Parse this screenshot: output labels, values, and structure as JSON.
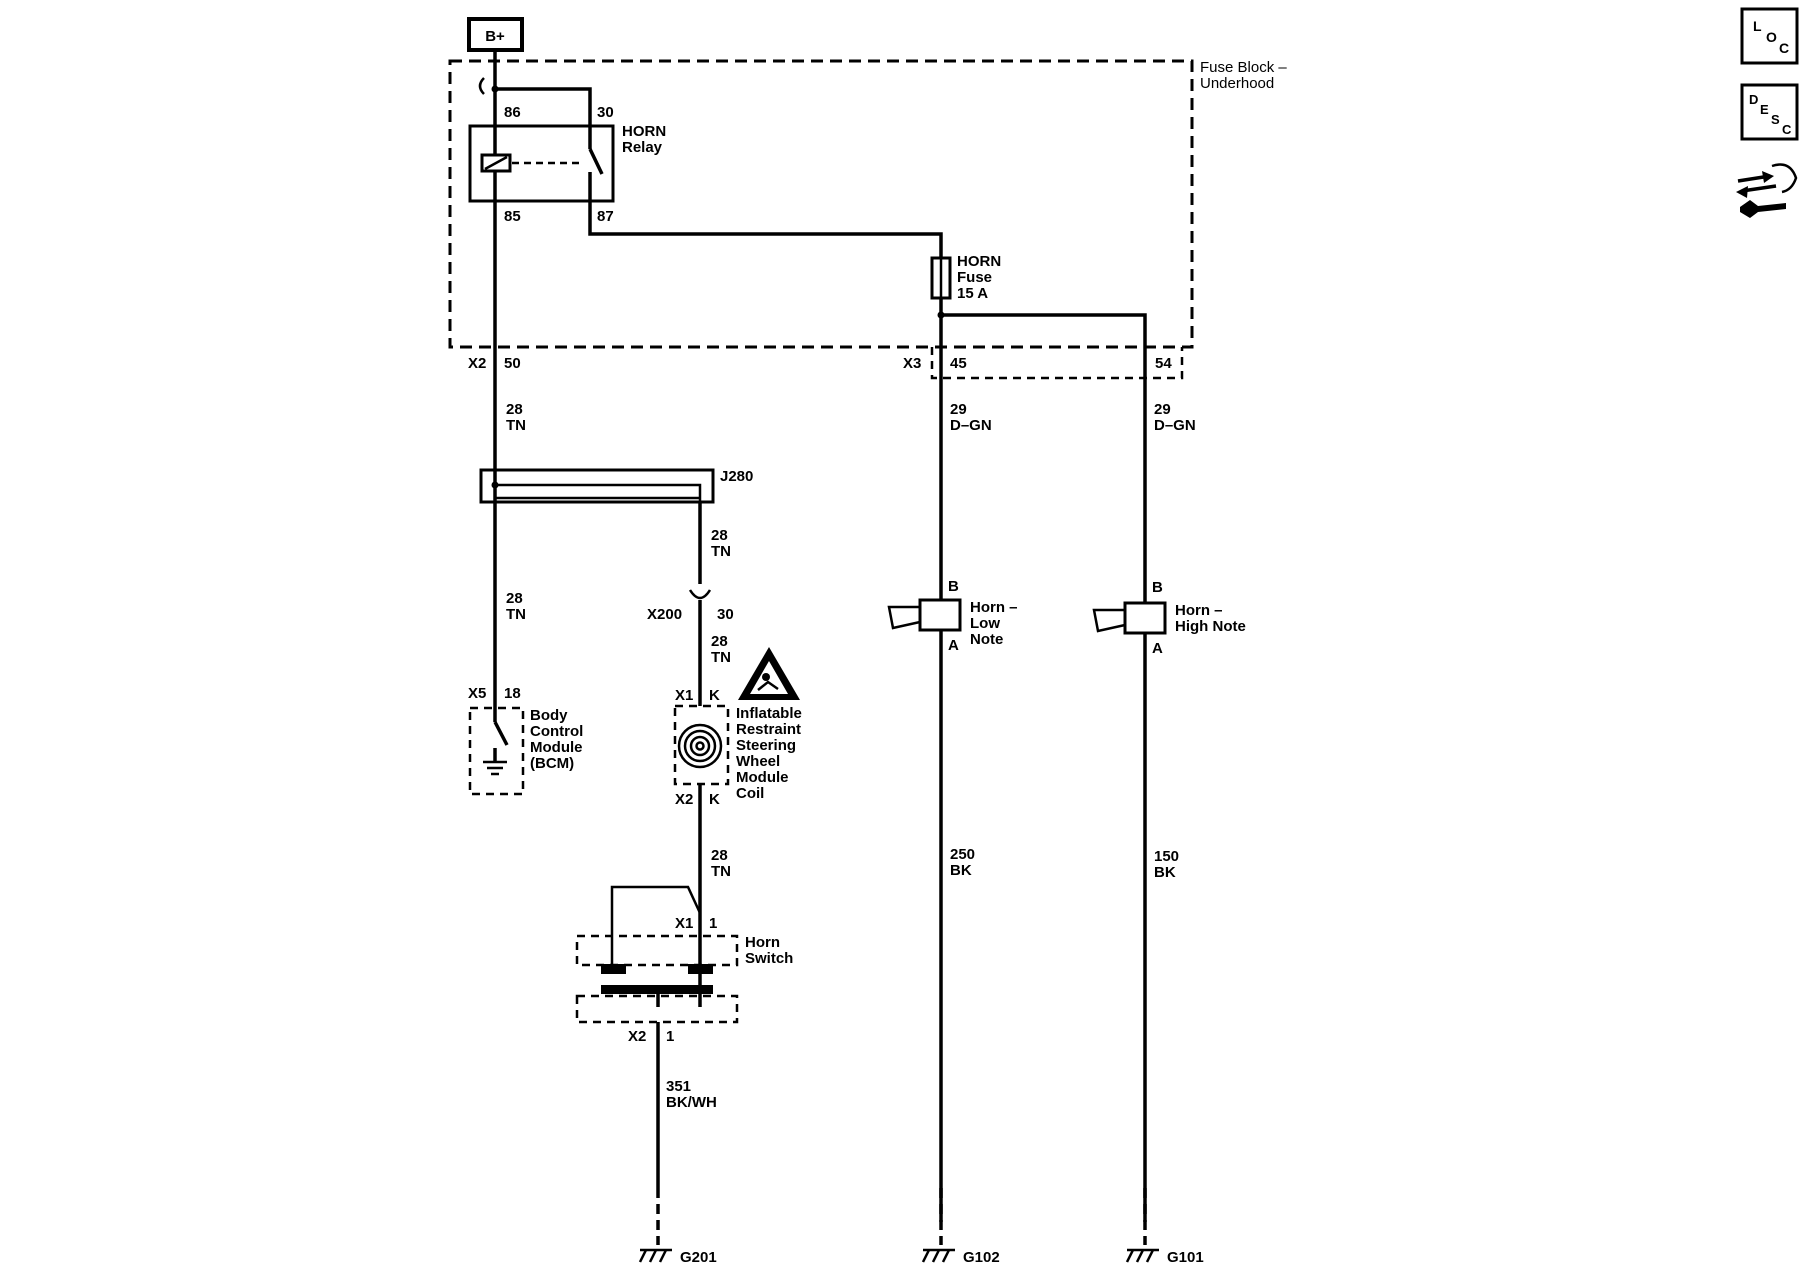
{
  "battery": "B+",
  "fuse_block": {
    "title_line1": "Fuse Block –",
    "title_line2": "Underhood"
  },
  "relay": {
    "name_line1": "HORN",
    "name_line2": "Relay",
    "pin86": "86",
    "pin30": "30",
    "pin85": "85",
    "pin87": "87"
  },
  "fuse": {
    "name_line1": "HORN",
    "name_line2": "Fuse",
    "rating": "15 A"
  },
  "connectors": {
    "x2_label": "X2",
    "x2_pin": "50",
    "x3_label": "X3",
    "x3_pin_a": "45",
    "x3_pin_b": "54",
    "x200_label": "X200",
    "x200_pin": "30",
    "x5_label": "X5",
    "x5_pin": "18",
    "coil_x1_label": "X1",
    "coil_x1_pin": "K",
    "coil_x2_label": "X2",
    "coil_x2_pin": "K",
    "switch_x1_label": "X1",
    "switch_x1_pin": "1",
    "switch_x2_label": "X2",
    "switch_x2_pin": "1"
  },
  "splice": "J280",
  "wires": {
    "relay_out": {
      "circuit": "28",
      "color": "TN"
    },
    "bcm_feed": {
      "circuit": "28",
      "color": "TN"
    },
    "coil_feed": {
      "circuit": "28",
      "color": "TN"
    },
    "coil_in": {
      "circuit": "28",
      "color": "TN"
    },
    "switch_feed": {
      "circuit": "28",
      "color": "TN"
    },
    "horn_low_feed": {
      "circuit": "29",
      "color": "D–GN"
    },
    "horn_high_feed": {
      "circuit": "29",
      "color": "D–GN"
    },
    "horn_low_ground": {
      "circuit": "250",
      "color": "BK"
    },
    "horn_high_ground": {
      "circuit": "150",
      "color": "BK"
    },
    "switch_ground": {
      "circuit": "351",
      "color": "BK/WH"
    }
  },
  "bcm": {
    "line1": "Body",
    "line2": "Control",
    "line3": "Module",
    "line4": "(BCM)"
  },
  "coil": {
    "line1": "Inflatable",
    "line2": "Restraint",
    "line3": "Steering",
    "line4": "Wheel",
    "line5": "Module",
    "line6": "Coil"
  },
  "horn_switch": {
    "line1": "Horn",
    "line2": "Switch"
  },
  "horn_low": {
    "line1": "Horn –",
    "line2": "Low",
    "line3": "Note",
    "pin_b": "B",
    "pin_a": "A"
  },
  "horn_high": {
    "line1": "Horn –",
    "line2": "High Note",
    "pin_b": "B",
    "pin_a": "A"
  },
  "grounds": {
    "g201": "G201",
    "g102": "G102",
    "g101": "G101"
  },
  "side_icons": {
    "loc": {
      "l": "L",
      "o": "O",
      "c": "C"
    },
    "desc": {
      "d": "D",
      "e": "E",
      "s": "S",
      "c": "C"
    },
    "repair_icon": "connector-repair-icon"
  }
}
